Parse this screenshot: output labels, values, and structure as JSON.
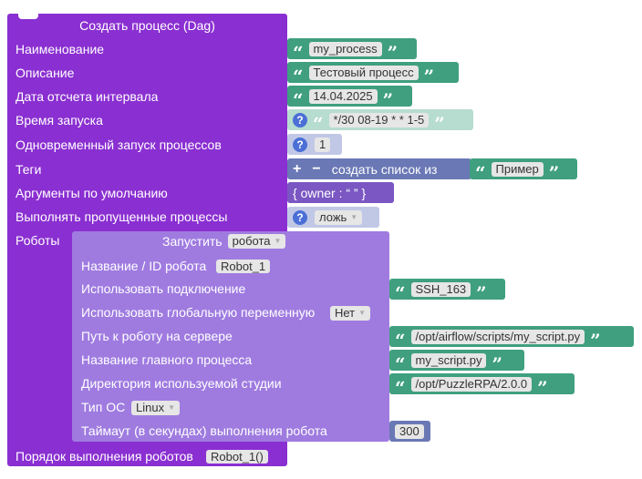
{
  "dag": {
    "title": "Создать процесс (Dag)",
    "labels": {
      "name": "Наименование",
      "description": "Описание",
      "date": "Дата отсчета интервала",
      "schedule": "Время запуска",
      "concurrency": "Одновременный запуск процессов",
      "tags": "Теги",
      "default_args": "Аргументы по умолчанию",
      "catchup": "Выполнять пропущенные процессы",
      "robots": "Роботы",
      "order": "Порядок выполнения роботов"
    },
    "values": {
      "name": "my_process",
      "description": "Тестовый процесс",
      "date": "14.04.2025",
      "schedule": "*/30 08-19 * * 1-5",
      "concurrency": "1",
      "tags_create": "создать список из",
      "tag_item": "Пример",
      "default_args": "{ owner : “ ” }",
      "catchup": "ложь",
      "order": "Robot_1()"
    }
  },
  "robot": {
    "run_label": "Запустить",
    "run_value": "робота",
    "labels": {
      "id": "Название / ID робота",
      "connection": "Использовать подключение",
      "global_var": "Использовать глобальную переменную",
      "path": "Путь к роботу на сервере",
      "main_process": "Название главного процесса",
      "studio_dir": "Директория используемой студии",
      "os": "Тип ОС",
      "timeout": "Таймаут (в секундах) выполнения робота"
    },
    "values": {
      "id": "Robot_1",
      "connection": "SSH_163",
      "global_var": "Нет",
      "path": "/opt/airflow/scripts/my_script.py",
      "main_process": "my_script.py",
      "studio_dir": "/opt/PuzzleRPA/2.0.0",
      "os": "Linux",
      "timeout": "300"
    }
  },
  "symbols": {
    "quote_open": "“",
    "quote_close": "”",
    "help": "?",
    "plus": "+",
    "minus": "−",
    "dropdown": "▼"
  },
  "colors": {
    "dag_block": "#8a2fd1",
    "robot_block": "#9f7be0",
    "text_block": "#3f9f7f",
    "number_block": "#6a78b5",
    "help_icon": "#4b6fd6"
  }
}
